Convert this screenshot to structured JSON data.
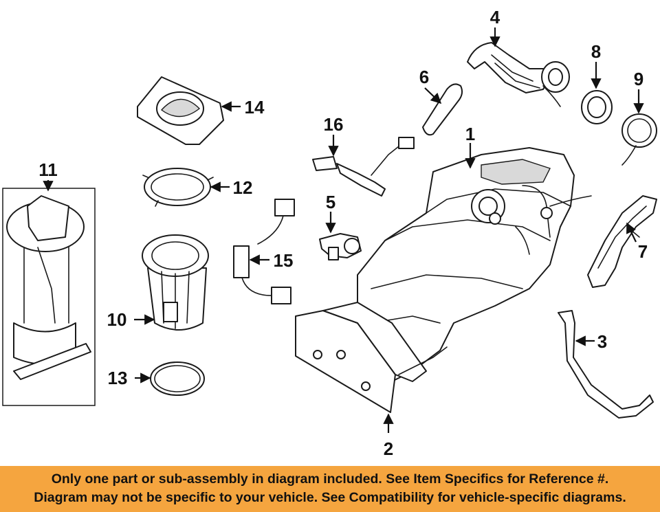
{
  "diagram": {
    "callouts": [
      {
        "id": "1",
        "label": "1"
      },
      {
        "id": "2",
        "label": "2"
      },
      {
        "id": "3",
        "label": "3"
      },
      {
        "id": "4",
        "label": "4"
      },
      {
        "id": "5",
        "label": "5"
      },
      {
        "id": "6",
        "label": "6"
      },
      {
        "id": "7",
        "label": "7"
      },
      {
        "id": "8",
        "label": "8"
      },
      {
        "id": "9",
        "label": "9"
      },
      {
        "id": "10",
        "label": "10"
      },
      {
        "id": "11",
        "label": "11"
      },
      {
        "id": "12",
        "label": "12"
      },
      {
        "id": "13",
        "label": "13"
      },
      {
        "id": "14",
        "label": "14"
      },
      {
        "id": "15",
        "label": "15"
      },
      {
        "id": "16",
        "label": "16"
      }
    ]
  },
  "notice": {
    "line1": "Only one part or sub-assembly in diagram included. See Item Specifics for Reference #.",
    "line2": "Diagram may not be specific to your vehicle. See Compatibility for vehicle-specific diagrams.",
    "background": "#f5a53f"
  }
}
